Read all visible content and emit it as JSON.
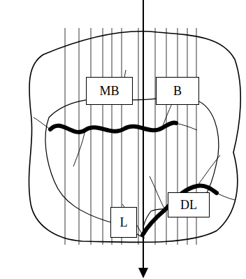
{
  "diagram": {
    "nodes": [
      {
        "text": [
          "MB"
        ]
      },
      {
        "text": [
          "B"
        ]
      },
      {
        "text": [
          "DL"
        ]
      },
      {
        "text": [
          "L"
        ]
      }
    ]
  }
}
